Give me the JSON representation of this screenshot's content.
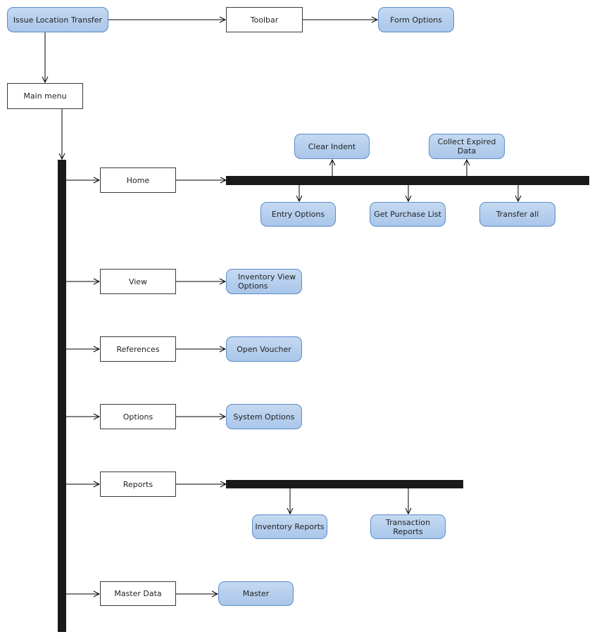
{
  "nodes": {
    "issue_location_transfer": "Issue Location Transfer",
    "toolbar": "Toolbar",
    "form_options": "Form Options",
    "main_menu": "Main menu",
    "home": "Home",
    "clear_indent": "Clear Indent",
    "collect_expired_data": "Collect Expired Data",
    "entry_options": "Entry Options",
    "get_purchase_list": "Get Purchase List",
    "transfer_all": "Transfer all",
    "view": "View",
    "inventory_view_options": "Inventory View Options",
    "references": "References",
    "open_voucher": "Open Voucher",
    "options": "Options",
    "system_options": "System Options",
    "reports": "Reports",
    "inventory_reports": "Inventory Reports",
    "transaction_reports": "Transaction Reports",
    "master_data": "Master Data",
    "master": "Master"
  },
  "colors": {
    "pill_fill": "#b8d0ee",
    "pill_border": "#5b8cc9",
    "line": "#000000",
    "bar": "#1a1a1a"
  }
}
